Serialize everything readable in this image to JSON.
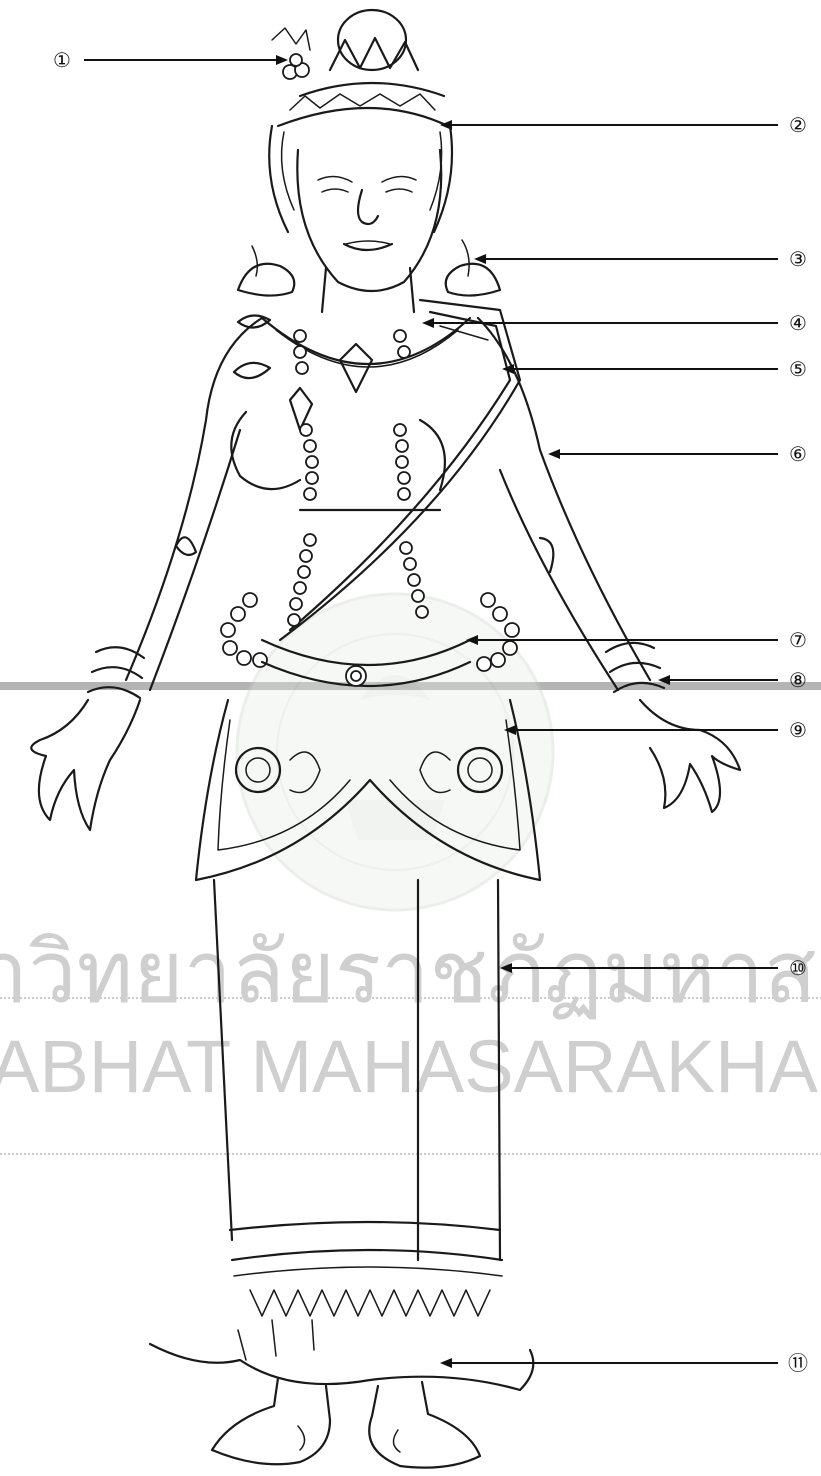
{
  "watermark": {
    "line_thai": "าวิทยาลัยราชภัฏมหาสารค",
    "line_latin": "ABHAT MAHASARAKHAM UNIVERS"
  },
  "callouts": [
    {
      "label": "①"
    },
    {
      "label": "②"
    },
    {
      "label": "③"
    },
    {
      "label": "④"
    },
    {
      "label": "⑤"
    },
    {
      "label": "⑥"
    },
    {
      "label": "⑦"
    },
    {
      "label": "⑧"
    },
    {
      "label": "⑨"
    },
    {
      "label": "⑩"
    },
    {
      "label": "⑪"
    }
  ]
}
